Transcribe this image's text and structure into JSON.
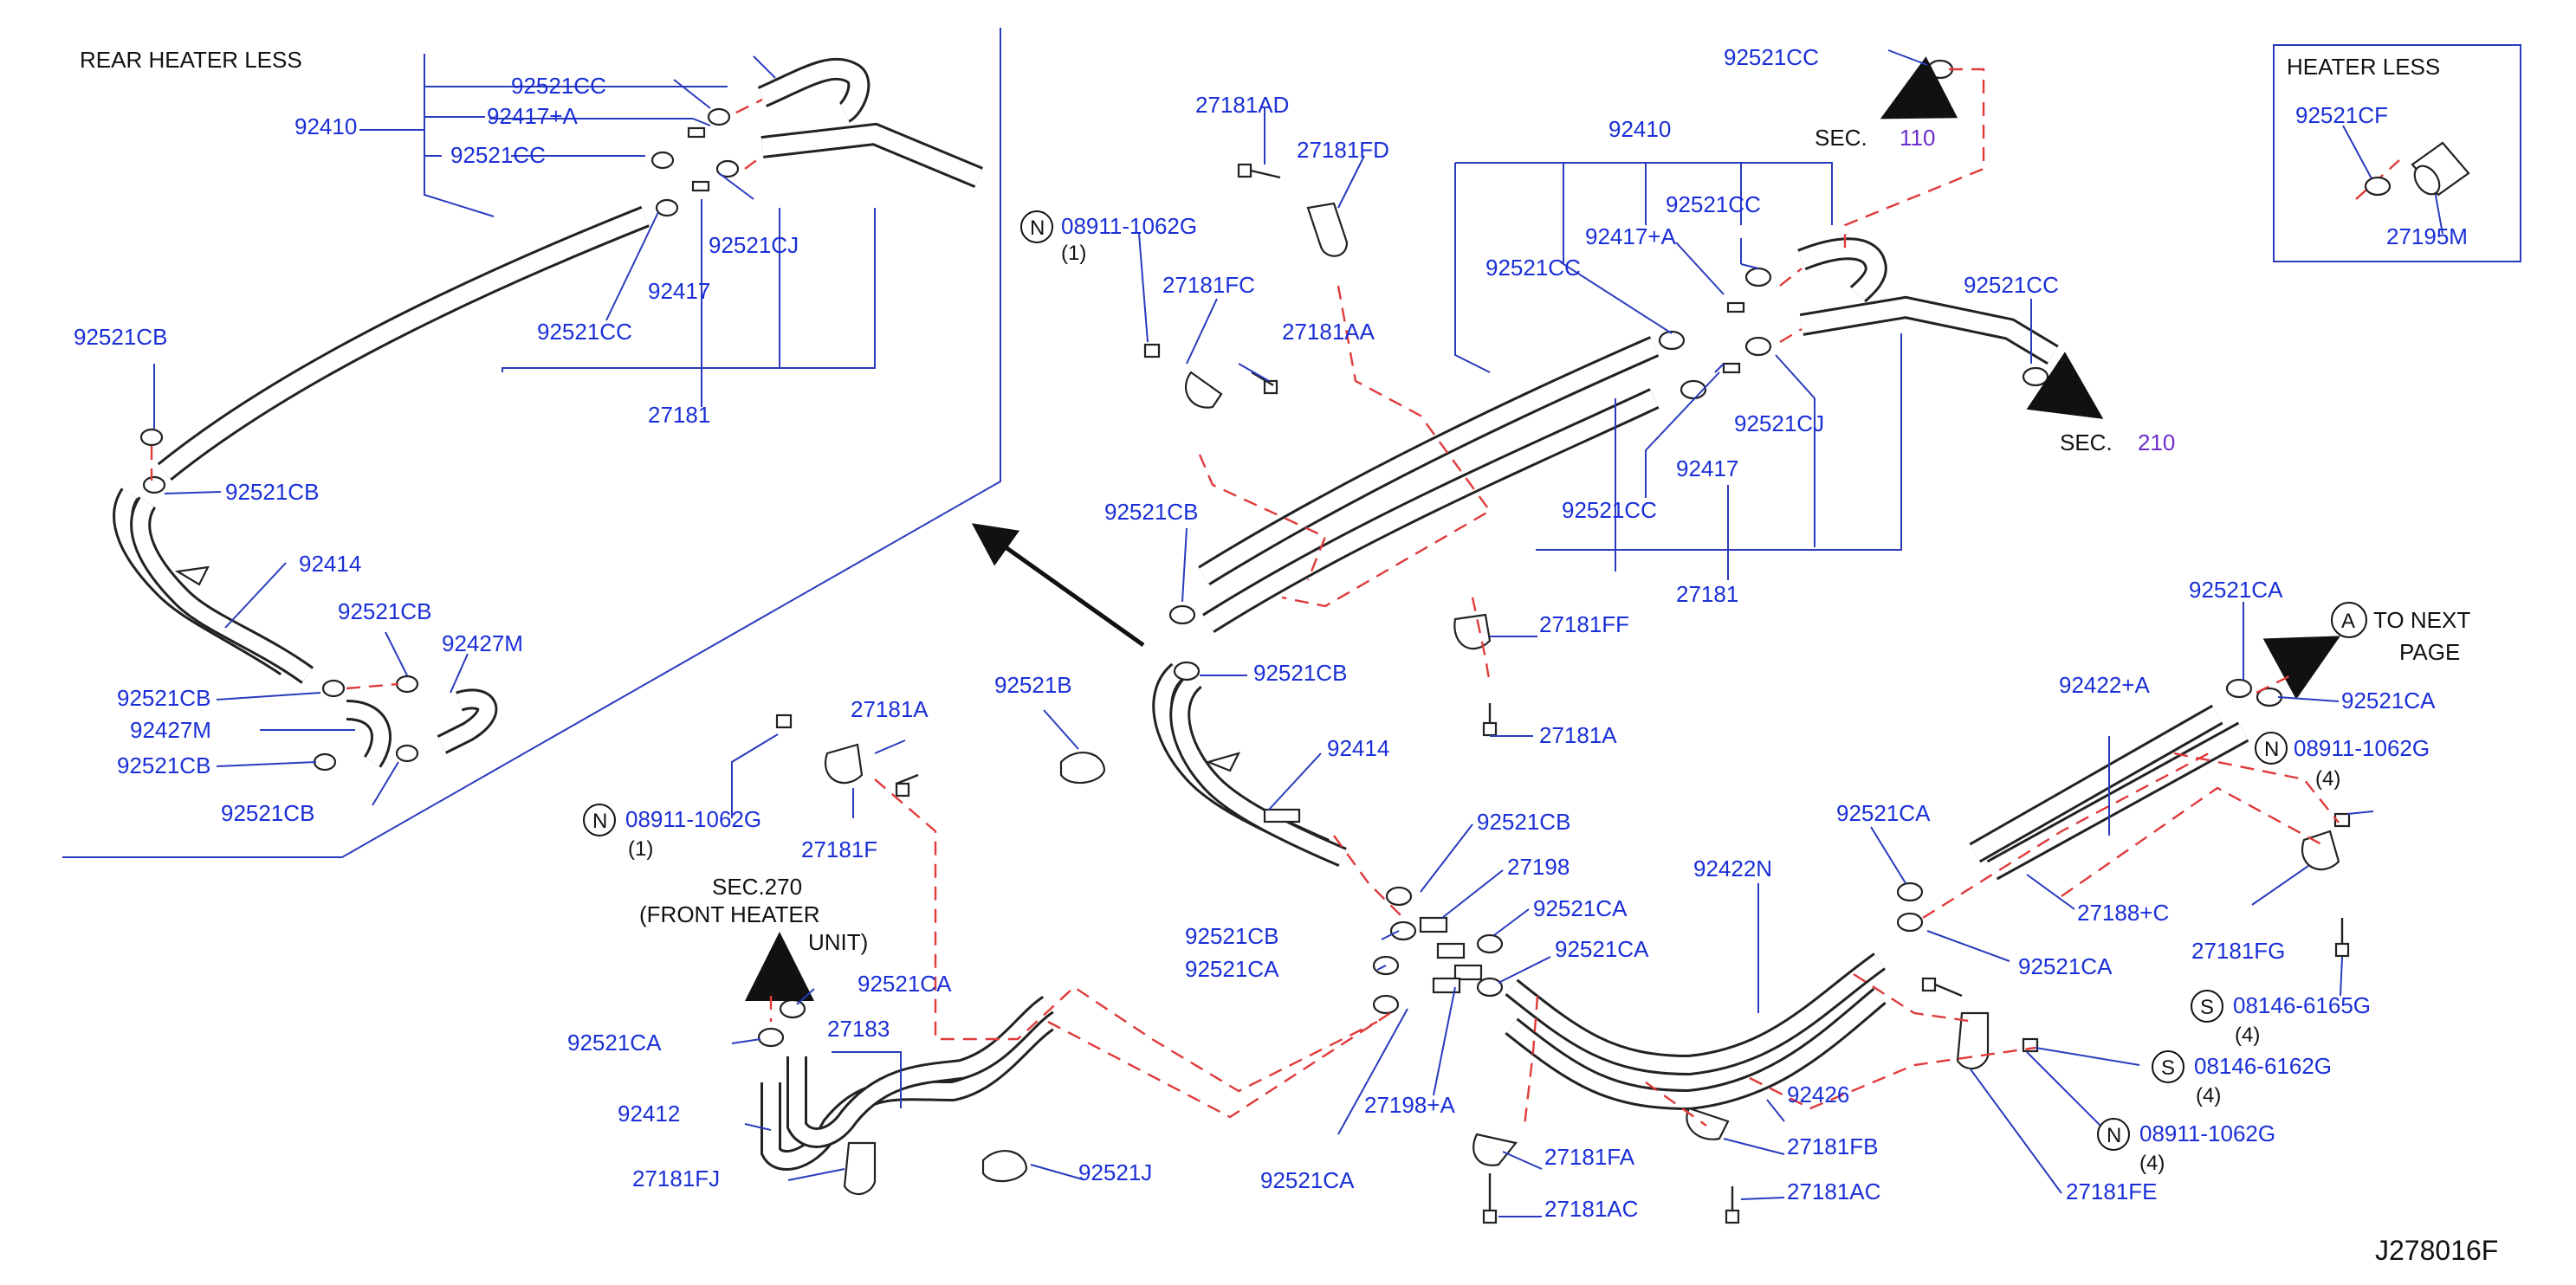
{
  "diagram_code": "J278016F",
  "inset_rear": {
    "title": "REAR   HEATER   LESS",
    "labels": {
      "p92410": "92410",
      "p92521CC_a": "92521CC",
      "p92417A": "92417+A",
      "p92521CC_b": "92521CC",
      "p92521CJ": "92521CJ",
      "p92417": "92417",
      "p92521CC_c": "92521CC",
      "p27181": "27181",
      "p92521CB_a": "92521CB",
      "p92521CB_b": "92521CB",
      "p92414": "92414",
      "p92521CB_c": "92521CB",
      "p92427M_a": "92427M",
      "p92521CB_d": "92521CB",
      "p92427M_b": "92427M",
      "p92521CB_e": "92521CB",
      "p92521CB_f": "92521CB"
    }
  },
  "inset_heater": {
    "title": "HEATER   LESS",
    "labels": {
      "p92521CF": "92521CF",
      "p27195M": "27195M"
    }
  },
  "main": {
    "labels": {
      "p92521CC_top": "92521CC",
      "sec110_text": "SEC.",
      "sec110_num": "110",
      "p27181AD": "27181AD",
      "p27181FD": "27181FD",
      "p08911_a": "08911-1062G",
      "q1_a": "(1)",
      "p27181FC": "27181FC",
      "p27181AA": "27181AA",
      "p92410": "92410",
      "p92521CC_1": "92521CC",
      "p92417A": "92417+A",
      "p92521CC_2": "92521CC",
      "p92521CC_3": "92521CC",
      "sec210_text": "SEC.",
      "sec210_num": "210",
      "p92521CJ": "92521CJ",
      "p92417": "92417",
      "p92521CC_4": "92521CC",
      "p27181": "27181",
      "p92521CB_1": "92521CB",
      "p27181FF": "27181FF",
      "p92521CB_2": "92521CB",
      "p27181A_1": "27181A",
      "p92521B": "92521B",
      "p92414": "92414",
      "p27181A_2": "27181A",
      "p08911_b": "08911-1062G",
      "q1_b": "(1)",
      "p27181F": "27181F",
      "sec270": "SEC.270",
      "front_heater": "(FRONT    HEATER",
      "unit": "UNIT)",
      "p92521CA_1": "92521CA",
      "p92521CA_2": "92521CA",
      "p27183": "27183",
      "p92412": "92412",
      "p27181FJ": "27181FJ",
      "p92521J": "92521J",
      "p92521CB_3": "92521CB",
      "p27198": "27198",
      "p92521CA_3": "92521CA",
      "p92521CB_4": "92521CB",
      "p92521CA_4": "92521CA",
      "p92521CA_5": "92521CA",
      "p27198A": "27198+A",
      "p92521CA_6": "92521CA",
      "p27181FA": "27181FA",
      "p27181AC_1": "27181AC",
      "p92422N": "92422N",
      "p92426": "92426",
      "p27181FB": "27181FB",
      "p27181AC_2": "27181AC",
      "p92521CA_7": "92521CA",
      "p92521CA_8": "92521CA",
      "p92422A": "92422+A",
      "p27188C": "27188+C",
      "p92521CA_9": "92521CA",
      "p92521CA_10": "92521CA",
      "to_next": "TO    NEXT",
      "page": "PAGE",
      "p08911_c": "08911-1062G",
      "q4_c": "(4)",
      "p27181FG": "27181FG",
      "p08146_a": "08146-6165G",
      "q4_a": "(4)",
      "p08146_b": "08146-6162G",
      "q4_b": "(4)",
      "p08911_d": "08911-1062G",
      "q4_d": "(4)",
      "p27181FE": "27181FE"
    },
    "symbols": {
      "n": "N",
      "s": "S",
      "a": "A"
    }
  }
}
